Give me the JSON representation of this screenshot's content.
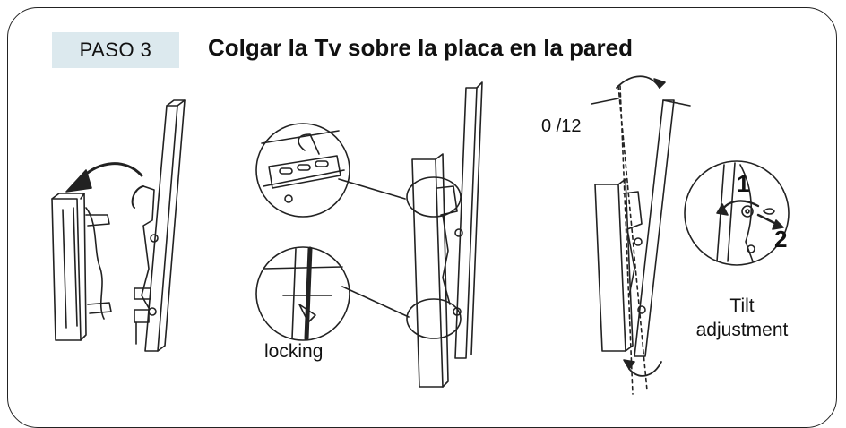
{
  "header": {
    "step_label": "PASO 3",
    "title": "Colgar la Tv sobre la placa en la pared"
  },
  "labels": {
    "locking": "locking",
    "angle": "0 /12",
    "tilt_line1": "Tilt",
    "tilt_line2": "adjustment"
  },
  "callouts": {
    "step1": "1",
    "step2": "2"
  },
  "colors": {
    "step_badge_bg": "#dce9ee",
    "line": "#222222"
  }
}
